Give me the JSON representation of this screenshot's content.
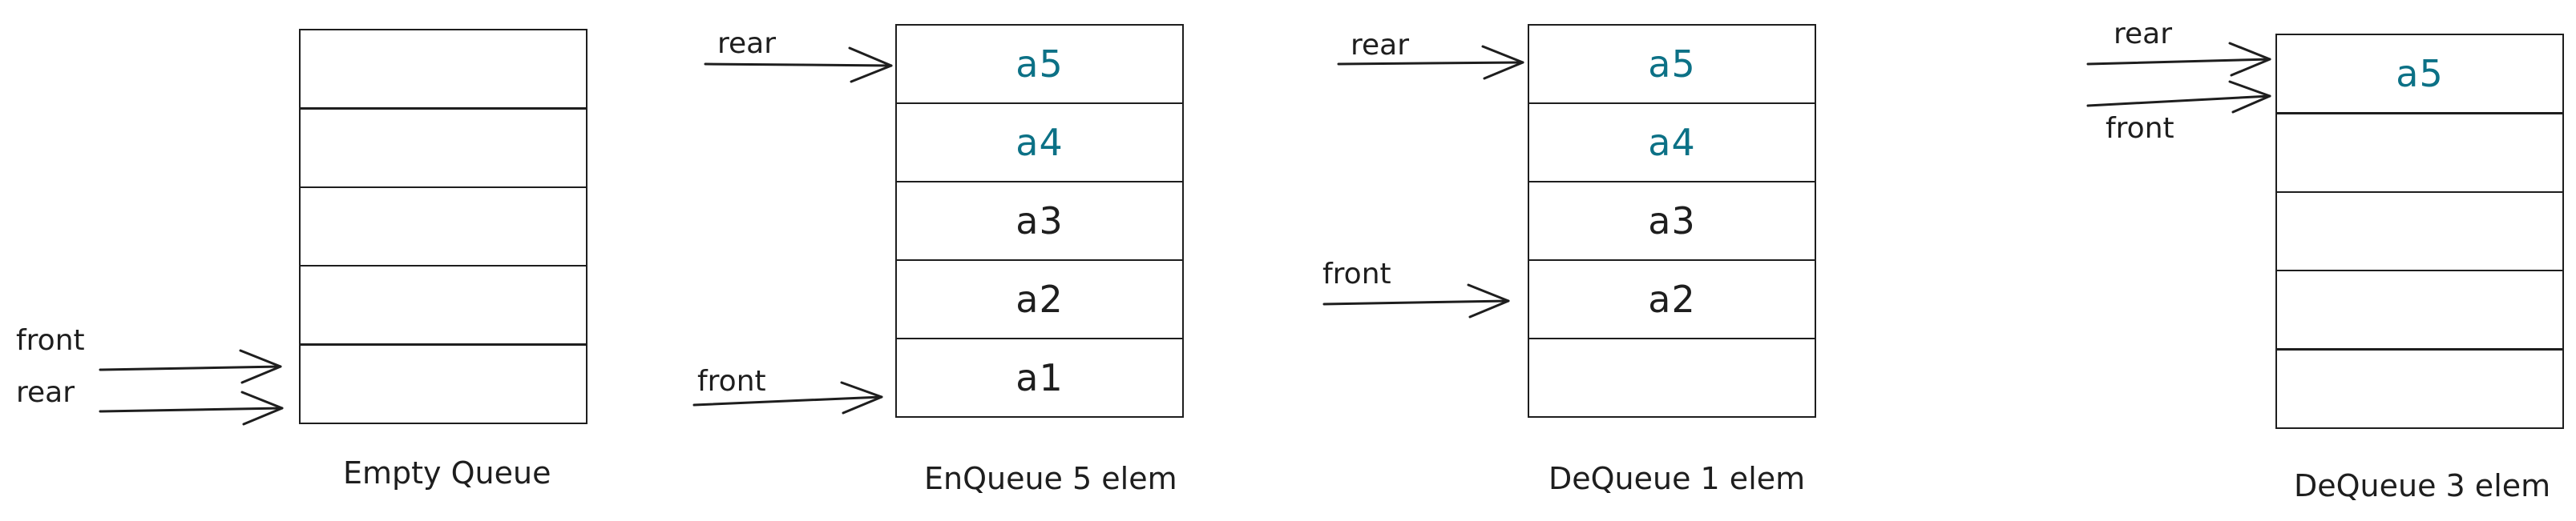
{
  "diagram": {
    "queues": [
      {
        "caption": "Empty Queue",
        "cells": [
          {
            "label": "",
            "tone": "old"
          },
          {
            "label": "",
            "tone": "old"
          },
          {
            "label": "",
            "tone": "old"
          },
          {
            "label": "",
            "tone": "old"
          },
          {
            "label": "",
            "tone": "old"
          }
        ],
        "pointers": {
          "front": "front",
          "rear": "rear"
        }
      },
      {
        "caption": "EnQueue 5 elem",
        "cells": [
          {
            "label": "a5",
            "tone": "new"
          },
          {
            "label": "a4",
            "tone": "new"
          },
          {
            "label": "a3",
            "tone": "old"
          },
          {
            "label": "a2",
            "tone": "old"
          },
          {
            "label": "a1",
            "tone": "old"
          }
        ],
        "pointers": {
          "front": "front",
          "rear": "rear"
        }
      },
      {
        "caption": "DeQueue 1 elem",
        "cells": [
          {
            "label": "a5",
            "tone": "new"
          },
          {
            "label": "a4",
            "tone": "new"
          },
          {
            "label": "a3",
            "tone": "old"
          },
          {
            "label": "a2",
            "tone": "old"
          },
          {
            "label": "",
            "tone": "old"
          }
        ],
        "pointers": {
          "front": "front",
          "rear": "rear"
        }
      },
      {
        "caption": "DeQueue 3 elem",
        "cells": [
          {
            "label": "a5",
            "tone": "new"
          },
          {
            "label": "",
            "tone": "old"
          },
          {
            "label": "",
            "tone": "old"
          },
          {
            "label": "",
            "tone": "old"
          },
          {
            "label": "",
            "tone": "old"
          }
        ],
        "pointers": {
          "front": "front",
          "rear": "rear"
        }
      }
    ]
  },
  "colors": {
    "stroke": "#1e1e1e",
    "highlight": "#0c7186",
    "background": "#ffffff"
  }
}
